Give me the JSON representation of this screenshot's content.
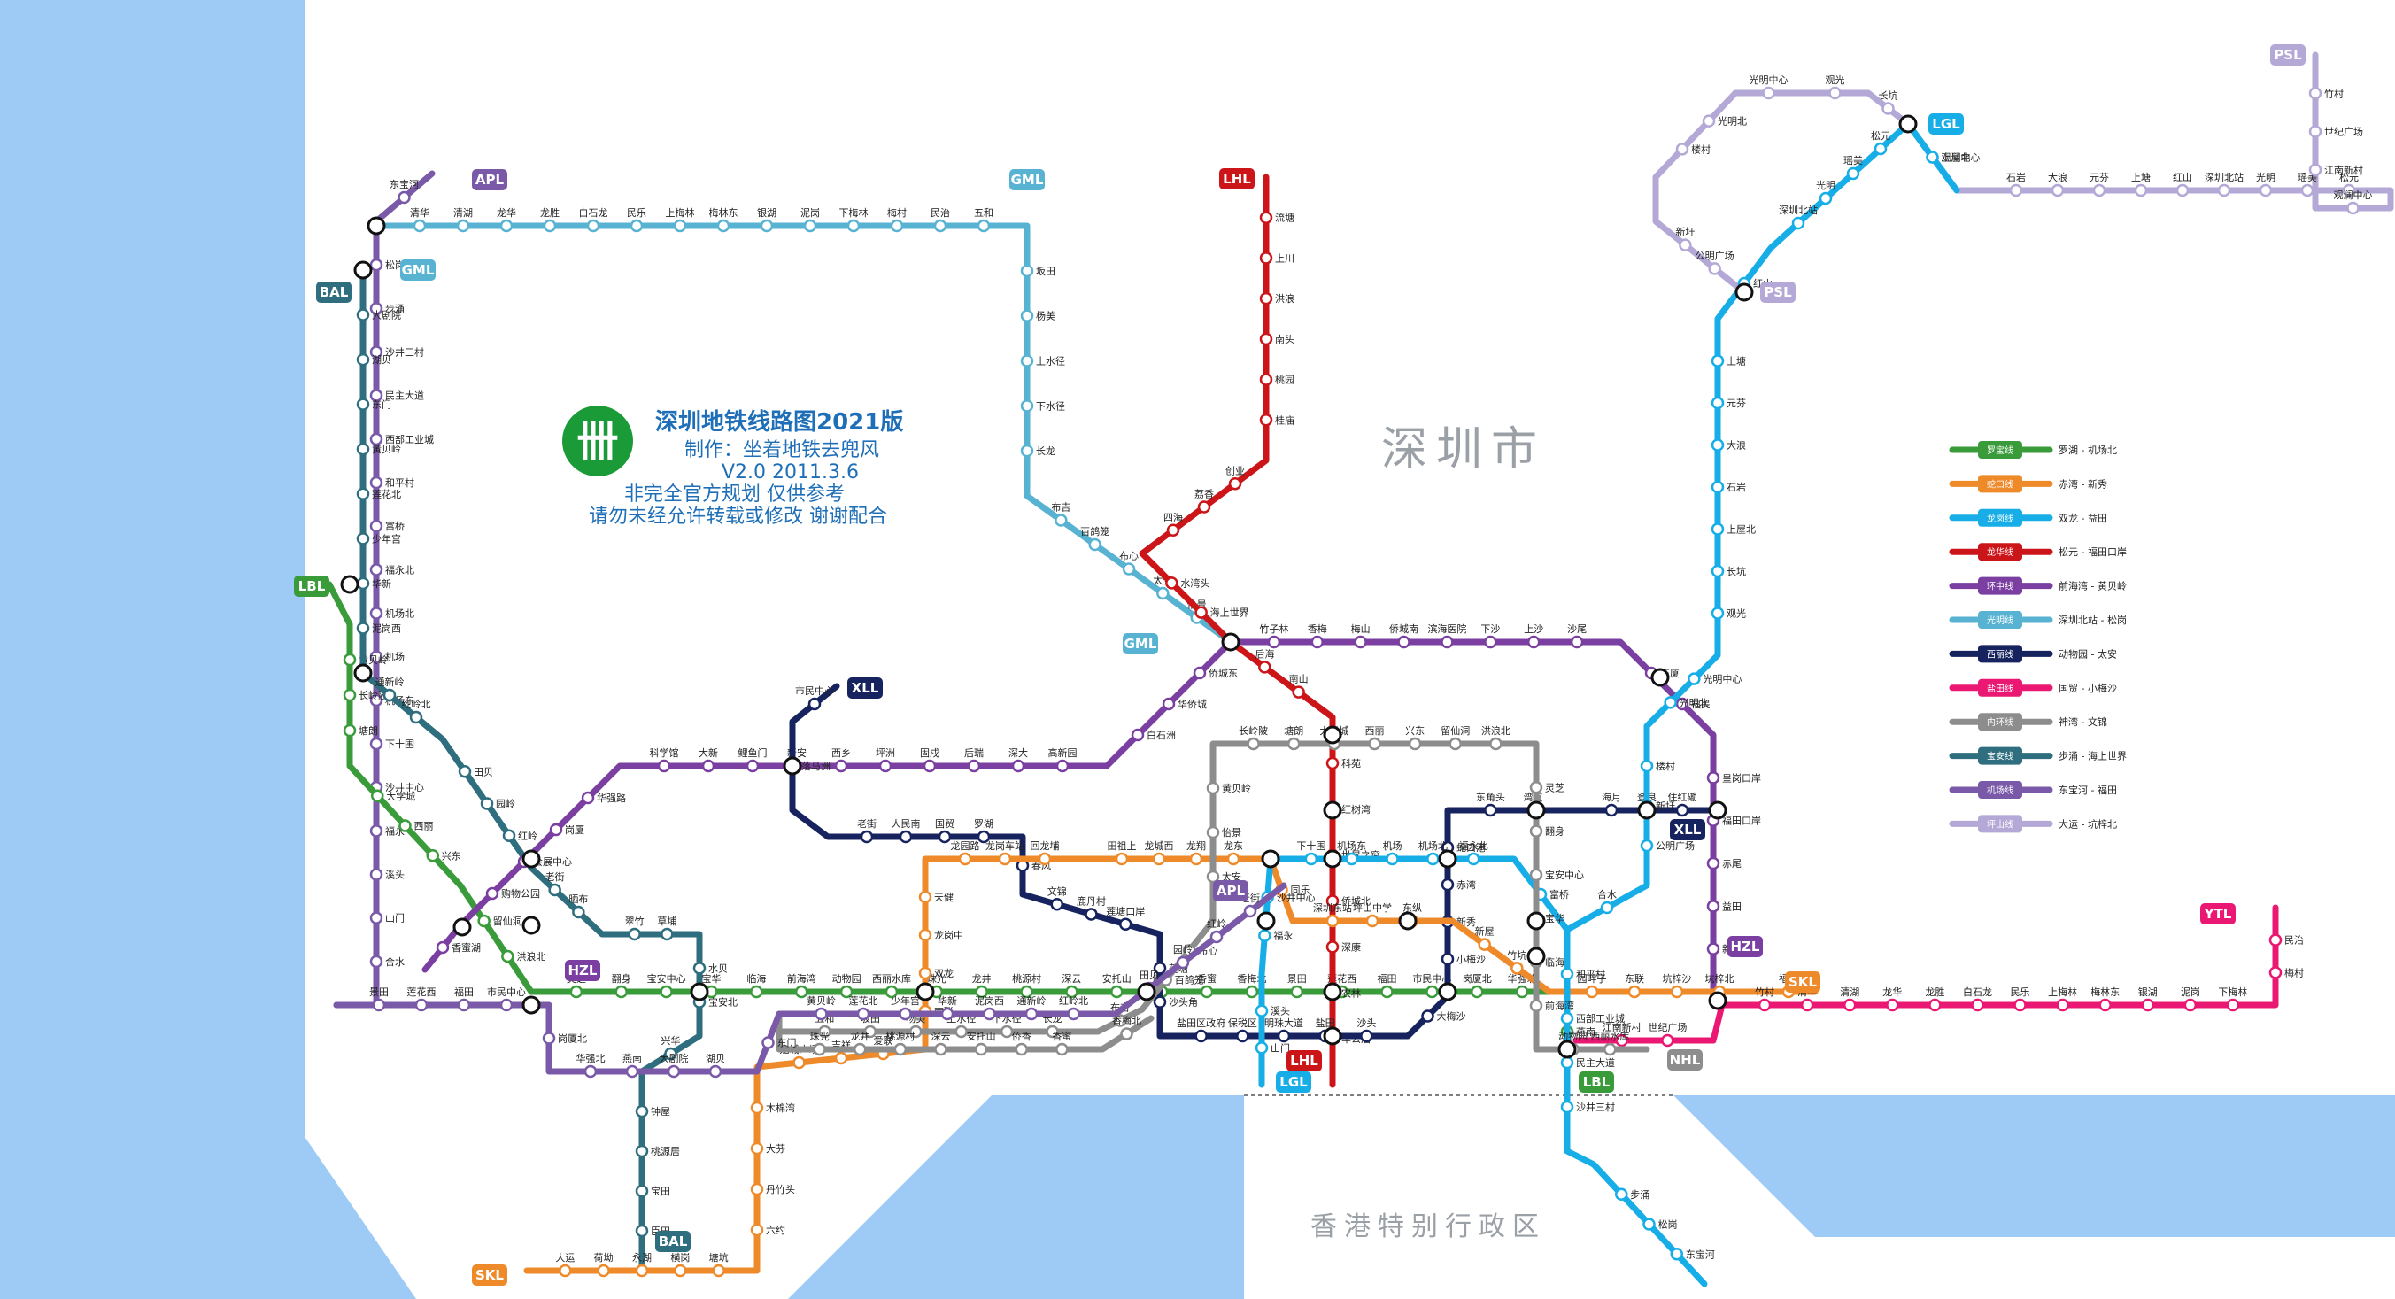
{
  "title": {
    "line1": "深圳地铁线路图2021版",
    "line2": "制作：坐着地铁去兜风",
    "line3": "V2.0 2011.3.6",
    "line4": "非完全官方规划 仅供参考",
    "line5": "请勿未经允许转载或修改 谢谢配合"
  },
  "regions": {
    "shenzhen": "深圳市",
    "hongkong": "香港特别行政区"
  },
  "colors": {
    "water": "#9ecbf5",
    "luobao": "#3a9b3a",
    "shekou": "#ef8a2a",
    "longgang": "#17aee8",
    "longhua": "#cc1519",
    "huanzhong": "#7a3fa0",
    "guangming": "#58b3d3",
    "xili": "#17235e",
    "yantian": "#ea1872",
    "neihuan": "#8d8d8d",
    "baoan": "#2e6e7e",
    "jichang": "#7a5aa8",
    "pingshan": "#b4a8d6"
  },
  "legend": [
    {
      "name": "罗宝线",
      "route": "罗湖 - 机场北",
      "color": "#3a9b3a"
    },
    {
      "name": "蛇口线",
      "route": "赤湾 - 新秀",
      "color": "#ef8a2a"
    },
    {
      "name": "龙岗线",
      "route": "双龙 - 益田",
      "color": "#17aee8"
    },
    {
      "name": "龙华线",
      "route": "松元 - 福田口岸",
      "color": "#cc1519"
    },
    {
      "name": "环中线",
      "route": "前海湾 - 黄贝岭",
      "color": "#7a3fa0"
    },
    {
      "name": "光明线",
      "route": "深圳北站 - 松岗",
      "color": "#58b3d3"
    },
    {
      "name": "西丽线",
      "route": "动物园 - 太安",
      "color": "#17235e"
    },
    {
      "name": "盐田线",
      "route": "国贸 - 小梅沙",
      "color": "#ea1872"
    },
    {
      "name": "内环线",
      "route": "神湾 - 文锦",
      "color": "#8d8d8d"
    },
    {
      "name": "宝安线",
      "route": "步涌 - 海上世界",
      "color": "#2e6e7e"
    },
    {
      "name": "机场线",
      "route": "东宝河 - 福田",
      "color": "#7a5aa8"
    },
    {
      "name": "坪山线",
      "route": "大运 - 坑梓北",
      "color": "#b4a8d6"
    }
  ],
  "badges": [
    {
      "text": "APL",
      "color": "#7a5aa8"
    },
    {
      "text": "GML",
      "color": "#58b3d3"
    },
    {
      "text": "BAL",
      "color": "#2e6e7e"
    },
    {
      "text": "LBL",
      "color": "#3a9b3a"
    },
    {
      "text": "LHL",
      "color": "#cc1519"
    },
    {
      "text": "GML",
      "color": "#58b3d3"
    },
    {
      "text": "XLL",
      "color": "#17235e"
    },
    {
      "text": "HZL",
      "color": "#7a3fa0"
    },
    {
      "text": "APL",
      "color": "#7a5aa8"
    },
    {
      "text": "LHL",
      "color": "#cc1519"
    },
    {
      "text": "LGL",
      "color": "#17aee8"
    },
    {
      "text": "LBL",
      "color": "#3a9b3a"
    },
    {
      "text": "NHL",
      "color": "#8d8d8d"
    },
    {
      "text": "XLL",
      "color": "#17235e"
    },
    {
      "text": "HZL",
      "color": "#7a3fa0"
    },
    {
      "text": "SKL",
      "color": "#ef8a2a"
    },
    {
      "text": "SKL",
      "color": "#ef8a2a"
    },
    {
      "text": "BAL",
      "color": "#2e6e7e"
    },
    {
      "text": "LGL",
      "color": "#17aee8"
    },
    {
      "text": "PSL",
      "color": "#b4a8d6"
    },
    {
      "text": "PSL",
      "color": "#b4a8d6"
    },
    {
      "text": "YTL",
      "color": "#ea1872"
    },
    {
      "text": "GML",
      "color": "#58b3d3"
    }
  ],
  "stations": [
    "东宝河",
    "松岗",
    "步涌",
    "沙井三村",
    "民主大道",
    "西部工业城",
    "和平村",
    "富桥",
    "福永北",
    "机场北",
    "机场",
    "机场东",
    "下十围",
    "沙井中心",
    "福永",
    "溪头",
    "山门",
    "合水",
    "公明广场",
    "新圩",
    "楼村",
    "光明北",
    "光明中心",
    "观光",
    "长坑",
    "上屋北",
    "石岩",
    "大浪",
    "元芬",
    "上塘",
    "红山",
    "深圳北站",
    "光明",
    "瑶美",
    "松元",
    "观澜中心",
    "江南新村",
    "世纪广场",
    "竹村",
    "清华",
    "清湖",
    "龙华",
    "龙胜",
    "白石龙",
    "民乐",
    "上梅林",
    "梅林东",
    "银湖",
    "泥岗",
    "下梅林",
    "梅村",
    "民治",
    "五和",
    "坂田",
    "杨美",
    "上水径",
    "下水径",
    "长龙",
    "布吉",
    "百鸽笼",
    "布心",
    "太安",
    "怡景",
    "黄贝岭",
    "长岭陂",
    "塘朗",
    "大学城",
    "西丽",
    "兴东",
    "留仙洞",
    "洪浪北",
    "灵芝",
    "翻身",
    "宝安中心",
    "宝华",
    "临海",
    "前海湾",
    "动物园",
    "西丽水库",
    "珠光",
    "龙井",
    "桃源村",
    "深云",
    "安托山",
    "侨香",
    "香蜜",
    "香梅北",
    "景田",
    "莲花西",
    "福田",
    "市民中心",
    "岗厦北",
    "华强北",
    "燕南",
    "大剧院",
    "湖贝",
    "东门",
    "黄贝岭",
    "莲花北",
    "少年宫",
    "华新",
    "泥岗西",
    "通新岭",
    "红岭北",
    "田贝",
    "园岭",
    "红岭",
    "老街",
    "晒布",
    "翠竹",
    "草埔",
    "水贝",
    "宝安北",
    "兴华",
    "钟屋",
    "桃源居",
    "宝田",
    "臣田",
    "流塘",
    "上川",
    "洪浪",
    "南头",
    "桃园",
    "桂庙",
    "创业",
    "荔香",
    "四海",
    "水湾头",
    "海上世界",
    "后海",
    "南山",
    "科苑",
    "红树湾",
    "世界之窗",
    "侨城北",
    "深康",
    "农林",
    "车公庙",
    "香蜜湖",
    "购物公园",
    "会展中心",
    "岗厦",
    "华强路",
    "科学馆",
    "大新",
    "鲤鱼门",
    "新安",
    "西乡",
    "坪洲",
    "固戍",
    "后瑞",
    "深大",
    "高新园",
    "白石洲",
    "华侨城",
    "侨城东",
    "竹子林",
    "香梅",
    "梅山",
    "侨城南",
    "滨海医院",
    "下沙",
    "上沙",
    "沙尾",
    "石厦",
    "福民",
    "皇岗口岸",
    "福田口岸",
    "赤尾",
    "益田",
    "新洲",
    "市民中心",
    "落马洲",
    "老街",
    "人民南",
    "国贸",
    "罗湖",
    "春风",
    "文锦",
    "鹿丹村",
    "莲塘口岸",
    "莲塘",
    "沙头角",
    "盐田区政府",
    "保税区",
    "明珠大道",
    "盐田",
    "沙头",
    "大梅沙",
    "小梅沙",
    "新秀",
    "赤湾",
    "蛇口港",
    "东角头",
    "湾厦",
    "海月",
    "登良",
    "住红磡",
    "大运",
    "荷坳",
    "永湖",
    "横岗",
    "塘坑",
    "六约",
    "丹竹头",
    "大芬",
    "木棉湾",
    "龙城广场",
    "吉祥",
    "爱联",
    "南联",
    "双龙",
    "龙岗中",
    "天健",
    "龙园路",
    "龙岗车站",
    "回龙埔",
    "田祖上",
    "龙城西",
    "龙翔",
    "龙东",
    "同乐",
    "深圳东站",
    "坪山中学",
    "东纵",
    "新屋",
    "竹坑",
    "园畔子",
    "东联",
    "坑梓沙",
    "坑梓北",
    "福海"
  ]
}
